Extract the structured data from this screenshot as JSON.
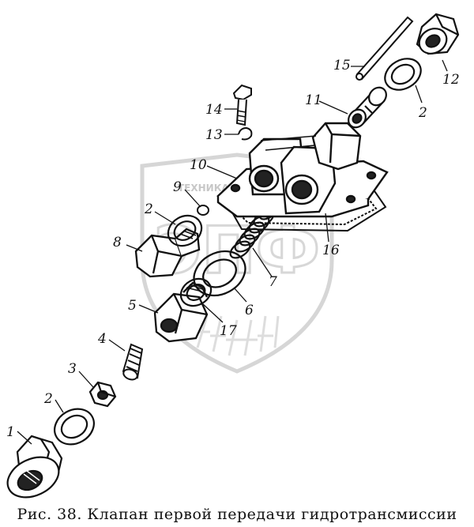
{
  "caption": "Рис. 38. Клапан первой передачи гидротрансмиссии",
  "watermark": {
    "text": "ТЕХНИКА",
    "letters": "ЭПФ"
  },
  "callouts": [
    {
      "id": "c1",
      "text": "1"
    },
    {
      "id": "c2a",
      "text": "2"
    },
    {
      "id": "c3",
      "text": "3"
    },
    {
      "id": "c4",
      "text": "4"
    },
    {
      "id": "c5",
      "text": "5"
    },
    {
      "id": "c2b",
      "text": "2"
    },
    {
      "id": "c8",
      "text": "8"
    },
    {
      "id": "c9",
      "text": "9"
    },
    {
      "id": "c10",
      "text": "10"
    },
    {
      "id": "c13",
      "text": "13"
    },
    {
      "id": "c14",
      "text": "14"
    },
    {
      "id": "c11",
      "text": "11"
    },
    {
      "id": "c15",
      "text": "15"
    },
    {
      "id": "c12",
      "text": "12"
    },
    {
      "id": "c2c",
      "text": "2"
    },
    {
      "id": "c16",
      "text": "16"
    },
    {
      "id": "c7",
      "text": "7"
    },
    {
      "id": "c6",
      "text": "6"
    },
    {
      "id": "c17",
      "text": "17"
    }
  ]
}
